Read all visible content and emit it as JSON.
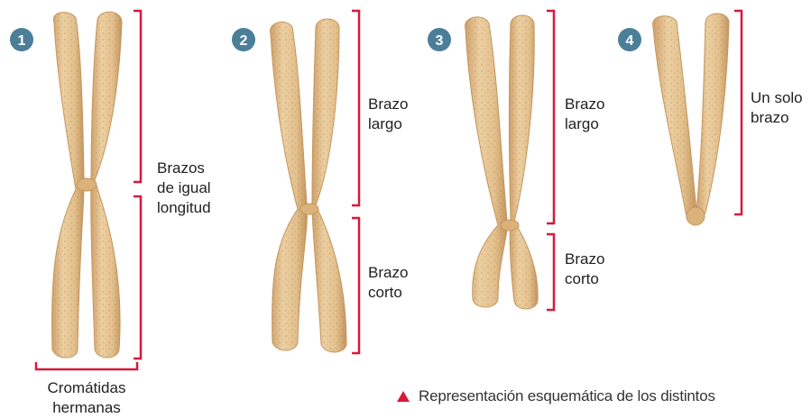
{
  "colors": {
    "bracket": "#d7193b",
    "badge": "#4b7e98",
    "chromatid": "#e1bc8a",
    "chromatid_edge": "#c4965e"
  },
  "chromosomes": [
    {
      "number": "1",
      "labels": [
        "Brazos",
        "de igual",
        "longitud"
      ]
    },
    {
      "number": "2",
      "long_arm_label": [
        "Brazo",
        "largo"
      ],
      "short_arm_label": [
        "Brazo",
        "corto"
      ]
    },
    {
      "number": "3",
      "long_arm_label": [
        "Brazo",
        "largo"
      ],
      "short_arm_label": [
        "Brazo",
        "corto"
      ]
    },
    {
      "number": "4",
      "labels": [
        "Un solo",
        "brazo"
      ]
    }
  ],
  "bottom_label": [
    "Cromátidas",
    "hermanas"
  ],
  "caption": "Representación esquemática de los distintos"
}
